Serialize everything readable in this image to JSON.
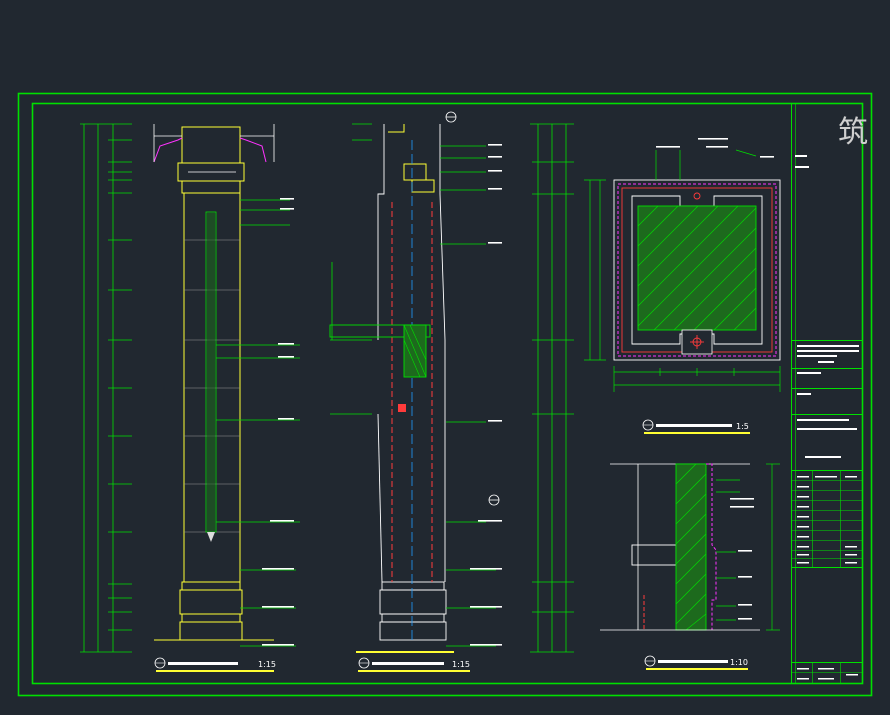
{
  "viewport": {
    "background": "#212830"
  },
  "colors": {
    "frame": "#00e000",
    "column": "#ffff33",
    "cut": "#ff3b3b",
    "axis": "#1e9bff",
    "accent": "#ff33ff",
    "text": "#ffffff",
    "dim": "#00cc00"
  },
  "title_block": {
    "logo": "筑"
  },
  "views": [
    {
      "id": "front",
      "scale": "1:15"
    },
    {
      "id": "side",
      "scale": "1:15"
    },
    {
      "id": "plan",
      "scale": "1:5"
    },
    {
      "id": "section",
      "scale": "1:10"
    }
  ]
}
